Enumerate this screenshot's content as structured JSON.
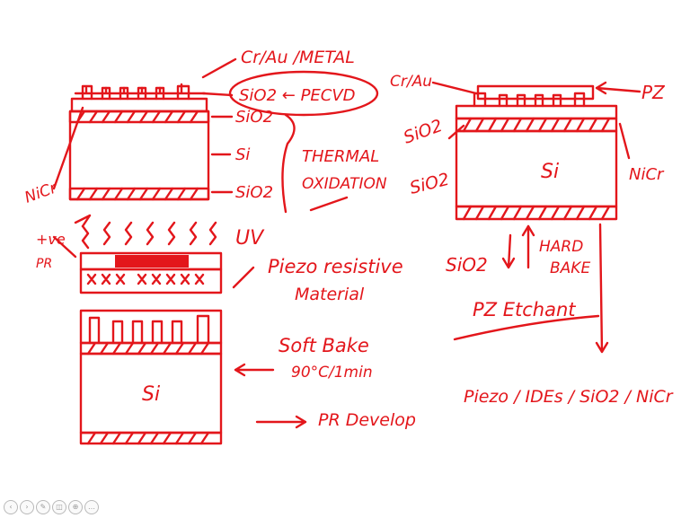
{
  "ink_color": "#e3161b",
  "labels": {
    "cr_au_metal": "Cr/Au /METAL",
    "sio2_pecvd": "SiO2 ← PECVD",
    "sio2_top_left": "SiO2",
    "si_left": "Si",
    "sio2_bottom_left": "SiO2",
    "thermal": "THERMAL",
    "oxidation": "OXIDATION",
    "nicr_left": "NiCr",
    "plus_ve": "+ve",
    "pr": "PR",
    "uv": "UV",
    "piezo_resistive": "Piezo resistive",
    "material": "Material",
    "soft_bake": "Soft Bake",
    "soft_bake_cond": "90°C/1min",
    "pr_develop": "PR Develop",
    "si_bottom": "Si",
    "cr_au_right": "Cr/Au",
    "pz": "PZ",
    "sio2_right_a": "SiO2",
    "sio2_right_b": "SiO2",
    "si_right": "Si",
    "nicr_right": "NiCr",
    "sio2_right_bottom": "SiO2",
    "hard": "HARD",
    "bake": "BAKE",
    "pz_etchant": "PZ Etchant",
    "final_stack": "Piezo / IDEs / SiO2 / NiCr"
  },
  "toolbar": {
    "icons": [
      "prev-icon",
      "next-icon",
      "pen-icon",
      "eraser-icon",
      "zoom-icon",
      "more-icon"
    ]
  }
}
